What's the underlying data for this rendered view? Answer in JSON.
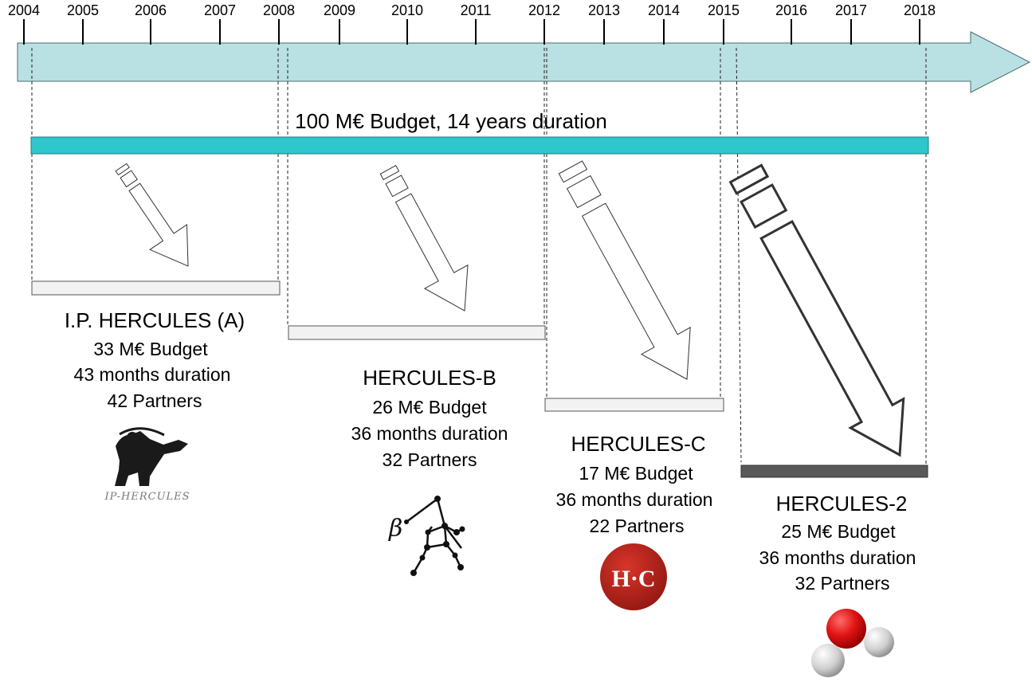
{
  "timeline": {
    "years": [
      "2004",
      "2005",
      "2006",
      "2007",
      "2008",
      "2009",
      "2010",
      "2011",
      "2012",
      "2013",
      "2014",
      "2015",
      "2016",
      "2017",
      "2018"
    ],
    "colors": {
      "arrow_fill": "#b9e0e3",
      "budget_bar": "#2ec7cb",
      "phase_bar": "#f2f2f2",
      "phase_bar_active": "#595959"
    }
  },
  "overall": {
    "label": "100 M€ Budget, 14 years duration"
  },
  "phases": [
    {
      "title": "I.P. HERCULES (A)",
      "budget": "33 M€ Budget",
      "duration": "43 months duration",
      "partners": "42 Partners",
      "logo_caption": "IP-HERCULES",
      "logo_icon": "warrior-figure-icon"
    },
    {
      "title": "HERCULES-B",
      "budget": "26 M€ Budget",
      "duration": "36 months duration",
      "partners": "32 Partners",
      "logo_glyph": "β",
      "logo_icon": "constellation-icon"
    },
    {
      "title": "HERCULES-C",
      "budget": "17 M€ Budget",
      "duration": "36 months duration",
      "partners": "22 Partners",
      "logo_text": "H·C",
      "logo_icon": "hc-badge-icon"
    },
    {
      "title": "HERCULES-2",
      "budget": "25 M€ Budget",
      "duration": "36 months duration",
      "partners": "32 Partners",
      "logo_icon": "water-molecule-icon"
    }
  ]
}
